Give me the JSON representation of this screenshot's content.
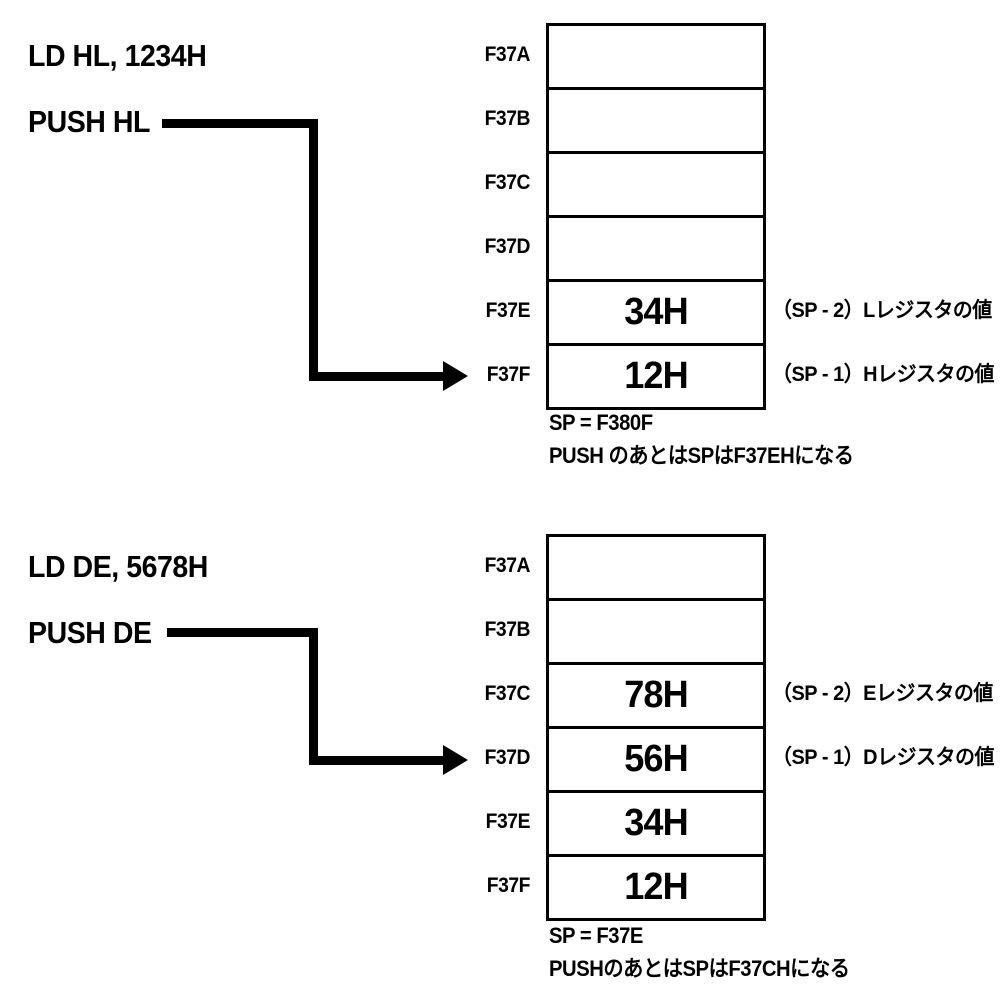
{
  "colors": {
    "ink": "#000000",
    "paper": "#ffffff"
  },
  "sections": [
    {
      "id": "push-hl",
      "instruction_load": "LD HL, 1234H",
      "instruction_push": "PUSH HL",
      "rows": [
        {
          "address": "F37A",
          "value": ""
        },
        {
          "address": "F37B",
          "value": ""
        },
        {
          "address": "F37C",
          "value": ""
        },
        {
          "address": "F37D",
          "value": ""
        },
        {
          "address": "F37E",
          "value": "34H"
        },
        {
          "address": "F37F",
          "value": "12H"
        }
      ],
      "annotations": [
        {
          "row": "F37E",
          "text": "（SP - 2）Lレジスタの値"
        },
        {
          "row": "F37F",
          "text": "（SP - 1）Hレジスタの値"
        }
      ],
      "sp_note": "SP = F380F",
      "push_note": "PUSH のあとはSPはF37EHになる",
      "arrow_points_to": "F37F"
    },
    {
      "id": "push-de",
      "instruction_load": "LD DE, 5678H",
      "instruction_push": "PUSH DE",
      "rows": [
        {
          "address": "F37A",
          "value": ""
        },
        {
          "address": "F37B",
          "value": ""
        },
        {
          "address": "F37C",
          "value": "78H"
        },
        {
          "address": "F37D",
          "value": "56H"
        },
        {
          "address": "F37E",
          "value": "34H"
        },
        {
          "address": "F37F",
          "value": "12H"
        }
      ],
      "annotations": [
        {
          "row": "F37C",
          "text": "（SP - 2）Eレジスタの値"
        },
        {
          "row": "F37D",
          "text": "（SP - 1）Dレジスタの値"
        }
      ],
      "sp_note": "SP = F37E",
      "push_note": "PUSHのあとはSPはF37CHになる",
      "arrow_points_to": "F37D"
    }
  ]
}
